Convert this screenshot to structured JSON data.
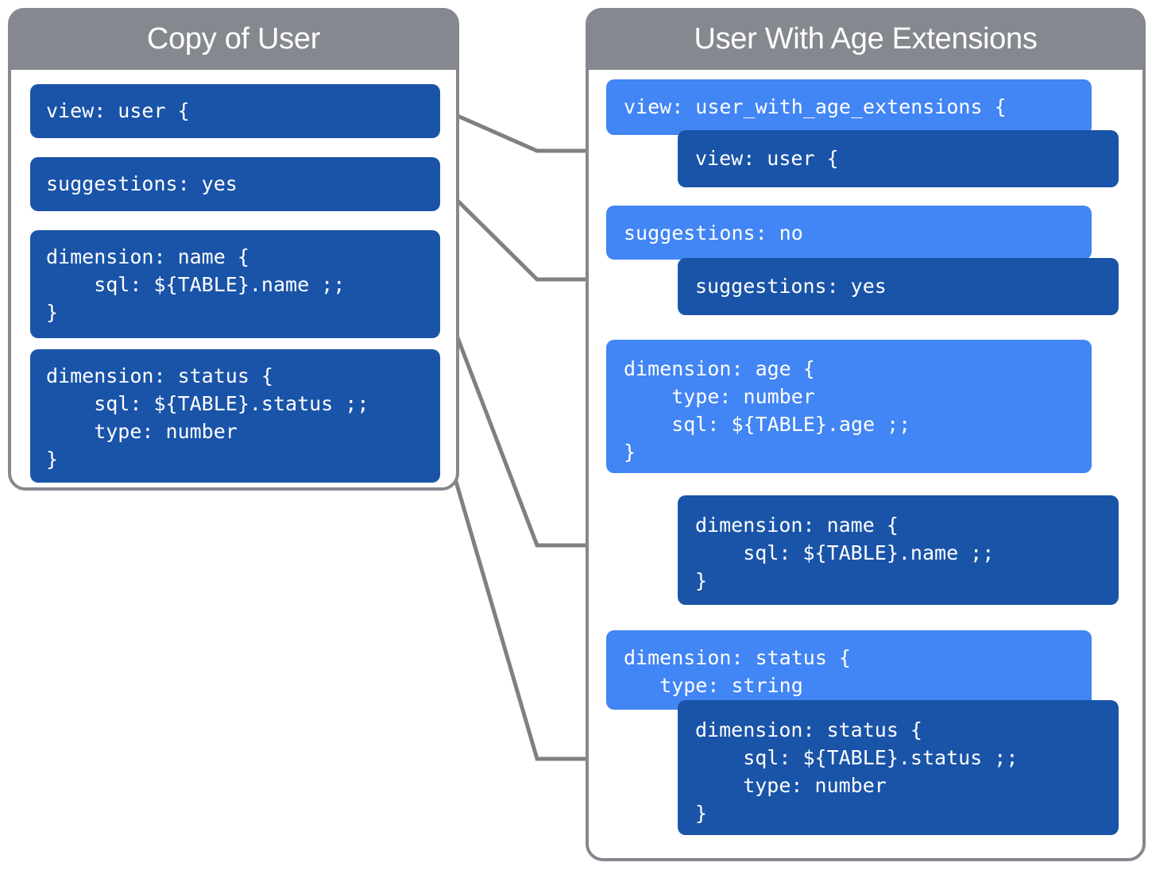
{
  "panels": {
    "left": {
      "title": "Copy of User",
      "blocks": [
        {
          "name": "view-user",
          "text": "view: user {"
        },
        {
          "name": "suggestions-yes",
          "text": "suggestions: yes"
        },
        {
          "name": "dimension-name",
          "text": "dimension: name {\n    sql: ${TABLE}.name ;;\n}"
        },
        {
          "name": "dimension-status",
          "text": "dimension: status {\n    sql: ${TABLE}.status ;;\n    type: number\n}"
        }
      ]
    },
    "right": {
      "title": "User With Age Extensions",
      "blocks": [
        {
          "name": "view-user-with-age-extensions",
          "variant": "light",
          "text": "view: user_with_age_extensions {"
        },
        {
          "name": "inherited-view-user",
          "variant": "dark",
          "text": "view: user {"
        },
        {
          "name": "suggestions-no",
          "variant": "light",
          "text": "suggestions: no"
        },
        {
          "name": "inherited-suggestions-yes",
          "variant": "dark",
          "text": "suggestions: yes"
        },
        {
          "name": "dimension-age",
          "variant": "light",
          "text": "dimension: age {\n    type: number\n    sql: ${TABLE}.age ;;\n}"
        },
        {
          "name": "inherited-dimension-name",
          "variant": "dark",
          "text": "dimension: name {\n    sql: ${TABLE}.name ;;\n}"
        },
        {
          "name": "dimension-status",
          "variant": "light",
          "text": "dimension: status {\n   type: string"
        },
        {
          "name": "inherited-dimension-status",
          "variant": "dark",
          "text": "dimension: status {\n    sql: ${TABLE}.status ;;\n    type: number\n}"
        }
      ]
    }
  },
  "connectors": [
    {
      "name": "connector-view-user",
      "from": "view-user",
      "to": "inherited-view-user"
    },
    {
      "name": "connector-suggestions",
      "from": "suggestions-yes",
      "to": "inherited-suggestions-yes"
    },
    {
      "name": "connector-dimension-name",
      "from": "dimension-name",
      "to": "inherited-dimension-name"
    },
    {
      "name": "connector-dimension-status",
      "from": "dimension-status",
      "to": "inherited-dimension-status"
    }
  ],
  "colors": {
    "header_gray": "#85888e",
    "code_dark_blue": "#1a54a8",
    "code_light_blue": "#4285f4",
    "connector_gray": "#808080",
    "background": "#ffffff"
  }
}
